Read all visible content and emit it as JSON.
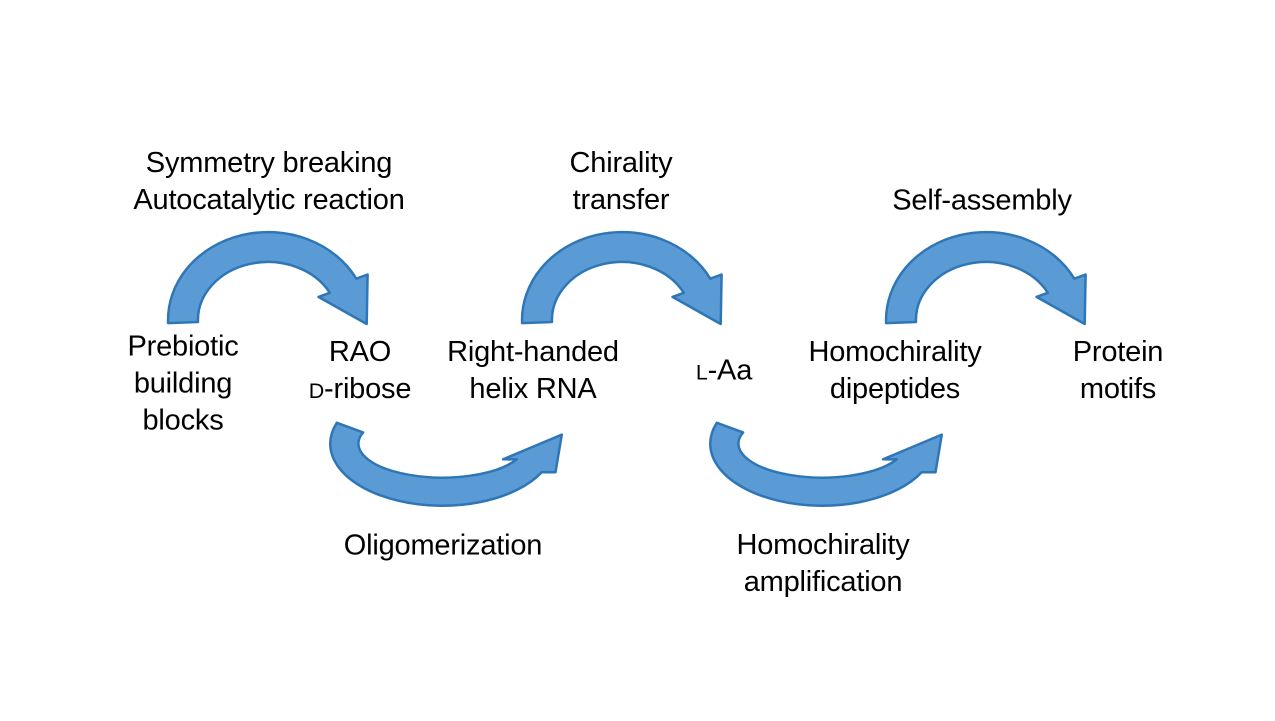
{
  "figure": {
    "background_color": "#ffffff",
    "text_color": "#000000",
    "arrow_fill": "#5b9bd5",
    "arrow_outline": "#2e76b5",
    "stages": [
      {
        "id": "prebiotic-building-blocks",
        "lines": [
          "Prebiotic",
          "building",
          "blocks"
        ]
      },
      {
        "id": "rao-d-ribose",
        "line1": "RAO",
        "line2_prefix": "D",
        "line2_rest": "-ribose"
      },
      {
        "id": "right-handed-helix-rna",
        "lines": [
          "Right-handed",
          "helix RNA"
        ]
      },
      {
        "id": "l-aa",
        "prefix": "L",
        "rest": "-Aa"
      },
      {
        "id": "homochirality-dipeptides",
        "lines": [
          "Homochirality",
          "dipeptides"
        ]
      },
      {
        "id": "protein-motifs",
        "lines": [
          "Protein",
          "motifs"
        ]
      }
    ],
    "processes": [
      {
        "id": "symmetry-breaking",
        "position": "top",
        "lines": [
          "Symmetry breaking",
          "Autocatalytic reaction"
        ]
      },
      {
        "id": "chirality-transfer",
        "position": "top",
        "lines": [
          "Chirality",
          "transfer"
        ]
      },
      {
        "id": "self-assembly",
        "position": "top",
        "lines": [
          "Self-assembly"
        ]
      },
      {
        "id": "oligomerization",
        "position": "bottom",
        "lines": [
          "Oligomerization"
        ]
      },
      {
        "id": "homochirality-amplification",
        "position": "bottom",
        "lines": [
          "Homochirality",
          "amplification"
        ]
      }
    ],
    "edges": [
      {
        "from": "Prebiotic building blocks",
        "to": "RAO D-ribose",
        "label": "Symmetry breaking Autocatalytic reaction",
        "arc": "over"
      },
      {
        "from": "RAO D-ribose",
        "to": "Right-handed helix RNA",
        "label": "Oligomerization",
        "arc": "under"
      },
      {
        "from": "Right-handed helix RNA",
        "to": "L-Aa",
        "label": "Chirality transfer",
        "arc": "over"
      },
      {
        "from": "L-Aa",
        "to": "Homochirality dipeptides",
        "label": "Homochirality amplification",
        "arc": "under"
      },
      {
        "from": "Homochirality dipeptides",
        "to": "Protein motifs",
        "label": "Self-assembly",
        "arc": "over"
      }
    ]
  }
}
